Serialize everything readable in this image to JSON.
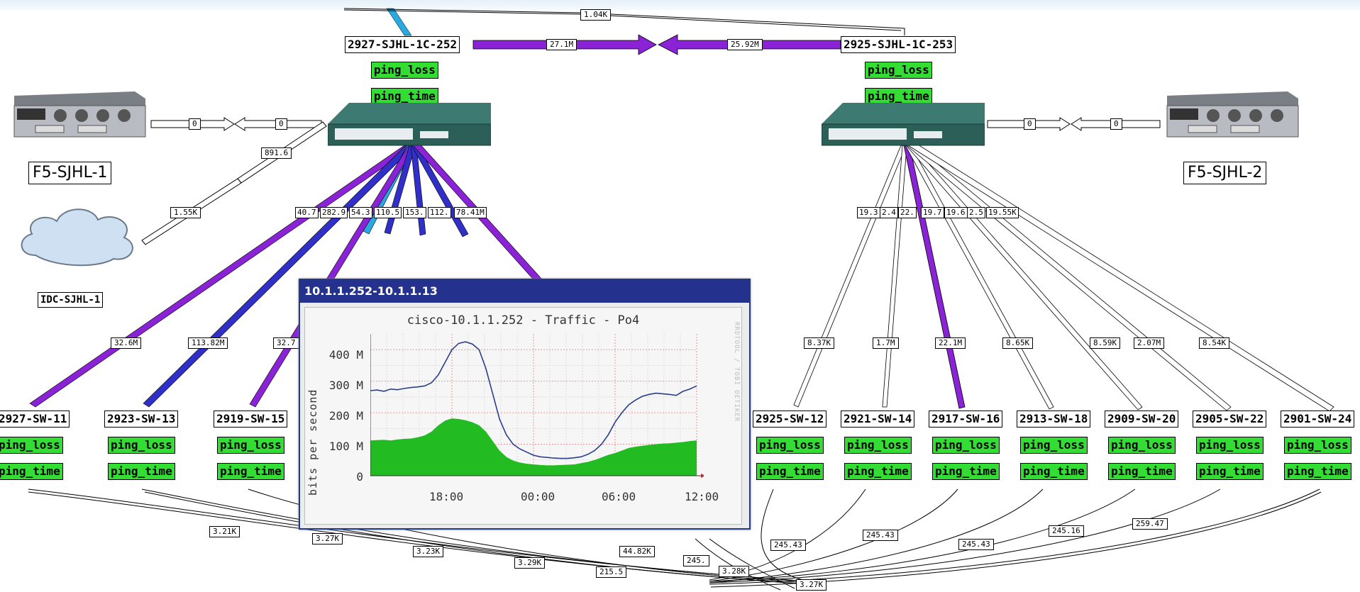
{
  "colors": {
    "purple": "#8a22d6",
    "blue": "#3030c8",
    "cyan": "#2aa8e0",
    "green": "#33dd33",
    "traffic_in": "#22bb22",
    "traffic_out": "#2a3f8c"
  },
  "servers": [
    {
      "name": "F5-SJHL-1",
      "icon": "server-appliance-icon"
    },
    {
      "name": "F5-SJHL-2",
      "icon": "server-appliance-icon"
    }
  ],
  "cloud": {
    "name": "IDC-SJHL-1",
    "icon": "cloud-icon"
  },
  "core_switches": [
    {
      "name": "2927-SJHL-1C-252",
      "tags": [
        "ping_loss",
        "ping_time"
      ],
      "icon": "network-switch-icon"
    },
    {
      "name": "2925-SJHL-1C-253",
      "tags": [
        "ping_loss",
        "ping_time"
      ],
      "icon": "network-switch-icon"
    }
  ],
  "access_switches": [
    {
      "name": "2927-SW-11",
      "tags": [
        "ping_loss",
        "ping_time"
      ]
    },
    {
      "name": "2923-SW-13",
      "tags": [
        "ping_loss",
        "ping_time"
      ]
    },
    {
      "name": "2919-SW-15",
      "tags": [
        "ping_loss",
        "ping_time"
      ]
    },
    {
      "name": "2925-SW-12",
      "tags": [
        "ping_loss",
        "ping_time"
      ]
    },
    {
      "name": "2921-SW-14",
      "tags": [
        "ping_loss",
        "ping_time"
      ]
    },
    {
      "name": "2917-SW-16",
      "tags": [
        "ping_loss",
        "ping_time"
      ]
    },
    {
      "name": "2913-SW-18",
      "tags": [
        "ping_loss",
        "ping_time"
      ]
    },
    {
      "name": "2909-SW-20",
      "tags": [
        "ping_loss",
        "ping_time"
      ]
    },
    {
      "name": "2905-SW-22",
      "tags": [
        "ping_loss",
        "ping_time"
      ]
    },
    {
      "name": "2901-SW-24",
      "tags": [
        "ping_loss",
        "ping_time"
      ]
    }
  ],
  "link_labels": {
    "top": "1.04K",
    "core_a": "27.1M",
    "core_b": "25.92M",
    "f5_1_a": "0",
    "f5_1_b": "0",
    "f5_2_a": "0",
    "f5_2_b": "0",
    "f5_1_diag": "891.6",
    "cloud": "1.55K",
    "left_fan": [
      "40.7",
      "282.9",
      "54.3",
      "110.5",
      "153.",
      "112.",
      "78.41M"
    ],
    "right_fan": [
      "19.3",
      "2.4",
      "22.",
      "19.7",
      "19.6",
      "2.5",
      "19.55K"
    ],
    "left_mid": [
      "32.6M",
      "113.82M",
      "32.7"
    ],
    "right_mid": [
      "8.37K",
      "1.7M",
      "22.1M",
      "8.65K",
      "8.59K",
      "2.07M",
      "8.54K"
    ],
    "bottom": [
      "3.21K",
      "3.27K",
      "3.23K",
      "3.29K",
      "44.82K",
      "215.5",
      "245.",
      "3.28K",
      "3.27K",
      "245.43",
      "245.43",
      "245.43",
      "245.16",
      "259.47"
    ]
  },
  "popup": {
    "title": "10.1.1.252-10.1.1.13",
    "graph_title": "cisco-10.1.1.252 - Traffic - Po4",
    "ylabel": "bits per second",
    "side_note": "RRDTOOL / TOBI OETIKER",
    "yticks": [
      "400 M",
      "300 M",
      "200 M",
      "100 M",
      "0"
    ],
    "xticks": [
      "18:00",
      "00:00",
      "06:00",
      "12:00"
    ]
  },
  "chart_data": {
    "type": "area",
    "title": "cisco-10.1.1.252 - Traffic - Po4",
    "xlabel": "",
    "ylabel": "bits per second",
    "ylim": [
      0,
      450
    ],
    "x_tick_labels": [
      "18:00",
      "00:00",
      "06:00",
      "12:00"
    ],
    "x": [
      0,
      1,
      2,
      3,
      4,
      5,
      6,
      7,
      8,
      9,
      10,
      11,
      12,
      13,
      14,
      15,
      16,
      17,
      18,
      19,
      20,
      21,
      22,
      23,
      24,
      25,
      26,
      27,
      28,
      29,
      30,
      31,
      32,
      33,
      34,
      35,
      36,
      37,
      38,
      39,
      40,
      41,
      42,
      43,
      44,
      45,
      46,
      47,
      48
    ],
    "series": [
      {
        "values": [
          270,
          272,
          268,
          275,
          273,
          277,
          280,
          282,
          285,
          295,
          320,
          360,
          400,
          420,
          425,
          418,
          400,
          340,
          260,
          180,
          130,
          100,
          85,
          75,
          65,
          60,
          58,
          56,
          55,
          55,
          57,
          60,
          68,
          80,
          100,
          130,
          170,
          200,
          225,
          240,
          252,
          258,
          262,
          260,
          258,
          255,
          268,
          275,
          285
        ]
      },
      {
        "values": [
          112,
          113,
          114,
          112,
          115,
          117,
          118,
          122,
          128,
          140,
          160,
          175,
          182,
          180,
          176,
          170,
          160,
          140,
          110,
          80,
          60,
          48,
          42,
          38,
          36,
          34,
          33,
          33,
          34,
          35,
          36,
          40,
          44,
          50,
          58,
          66,
          72,
          80,
          88,
          92,
          95,
          98,
          100,
          102,
          103,
          105,
          107,
          110,
          112
        ]
      }
    ]
  }
}
